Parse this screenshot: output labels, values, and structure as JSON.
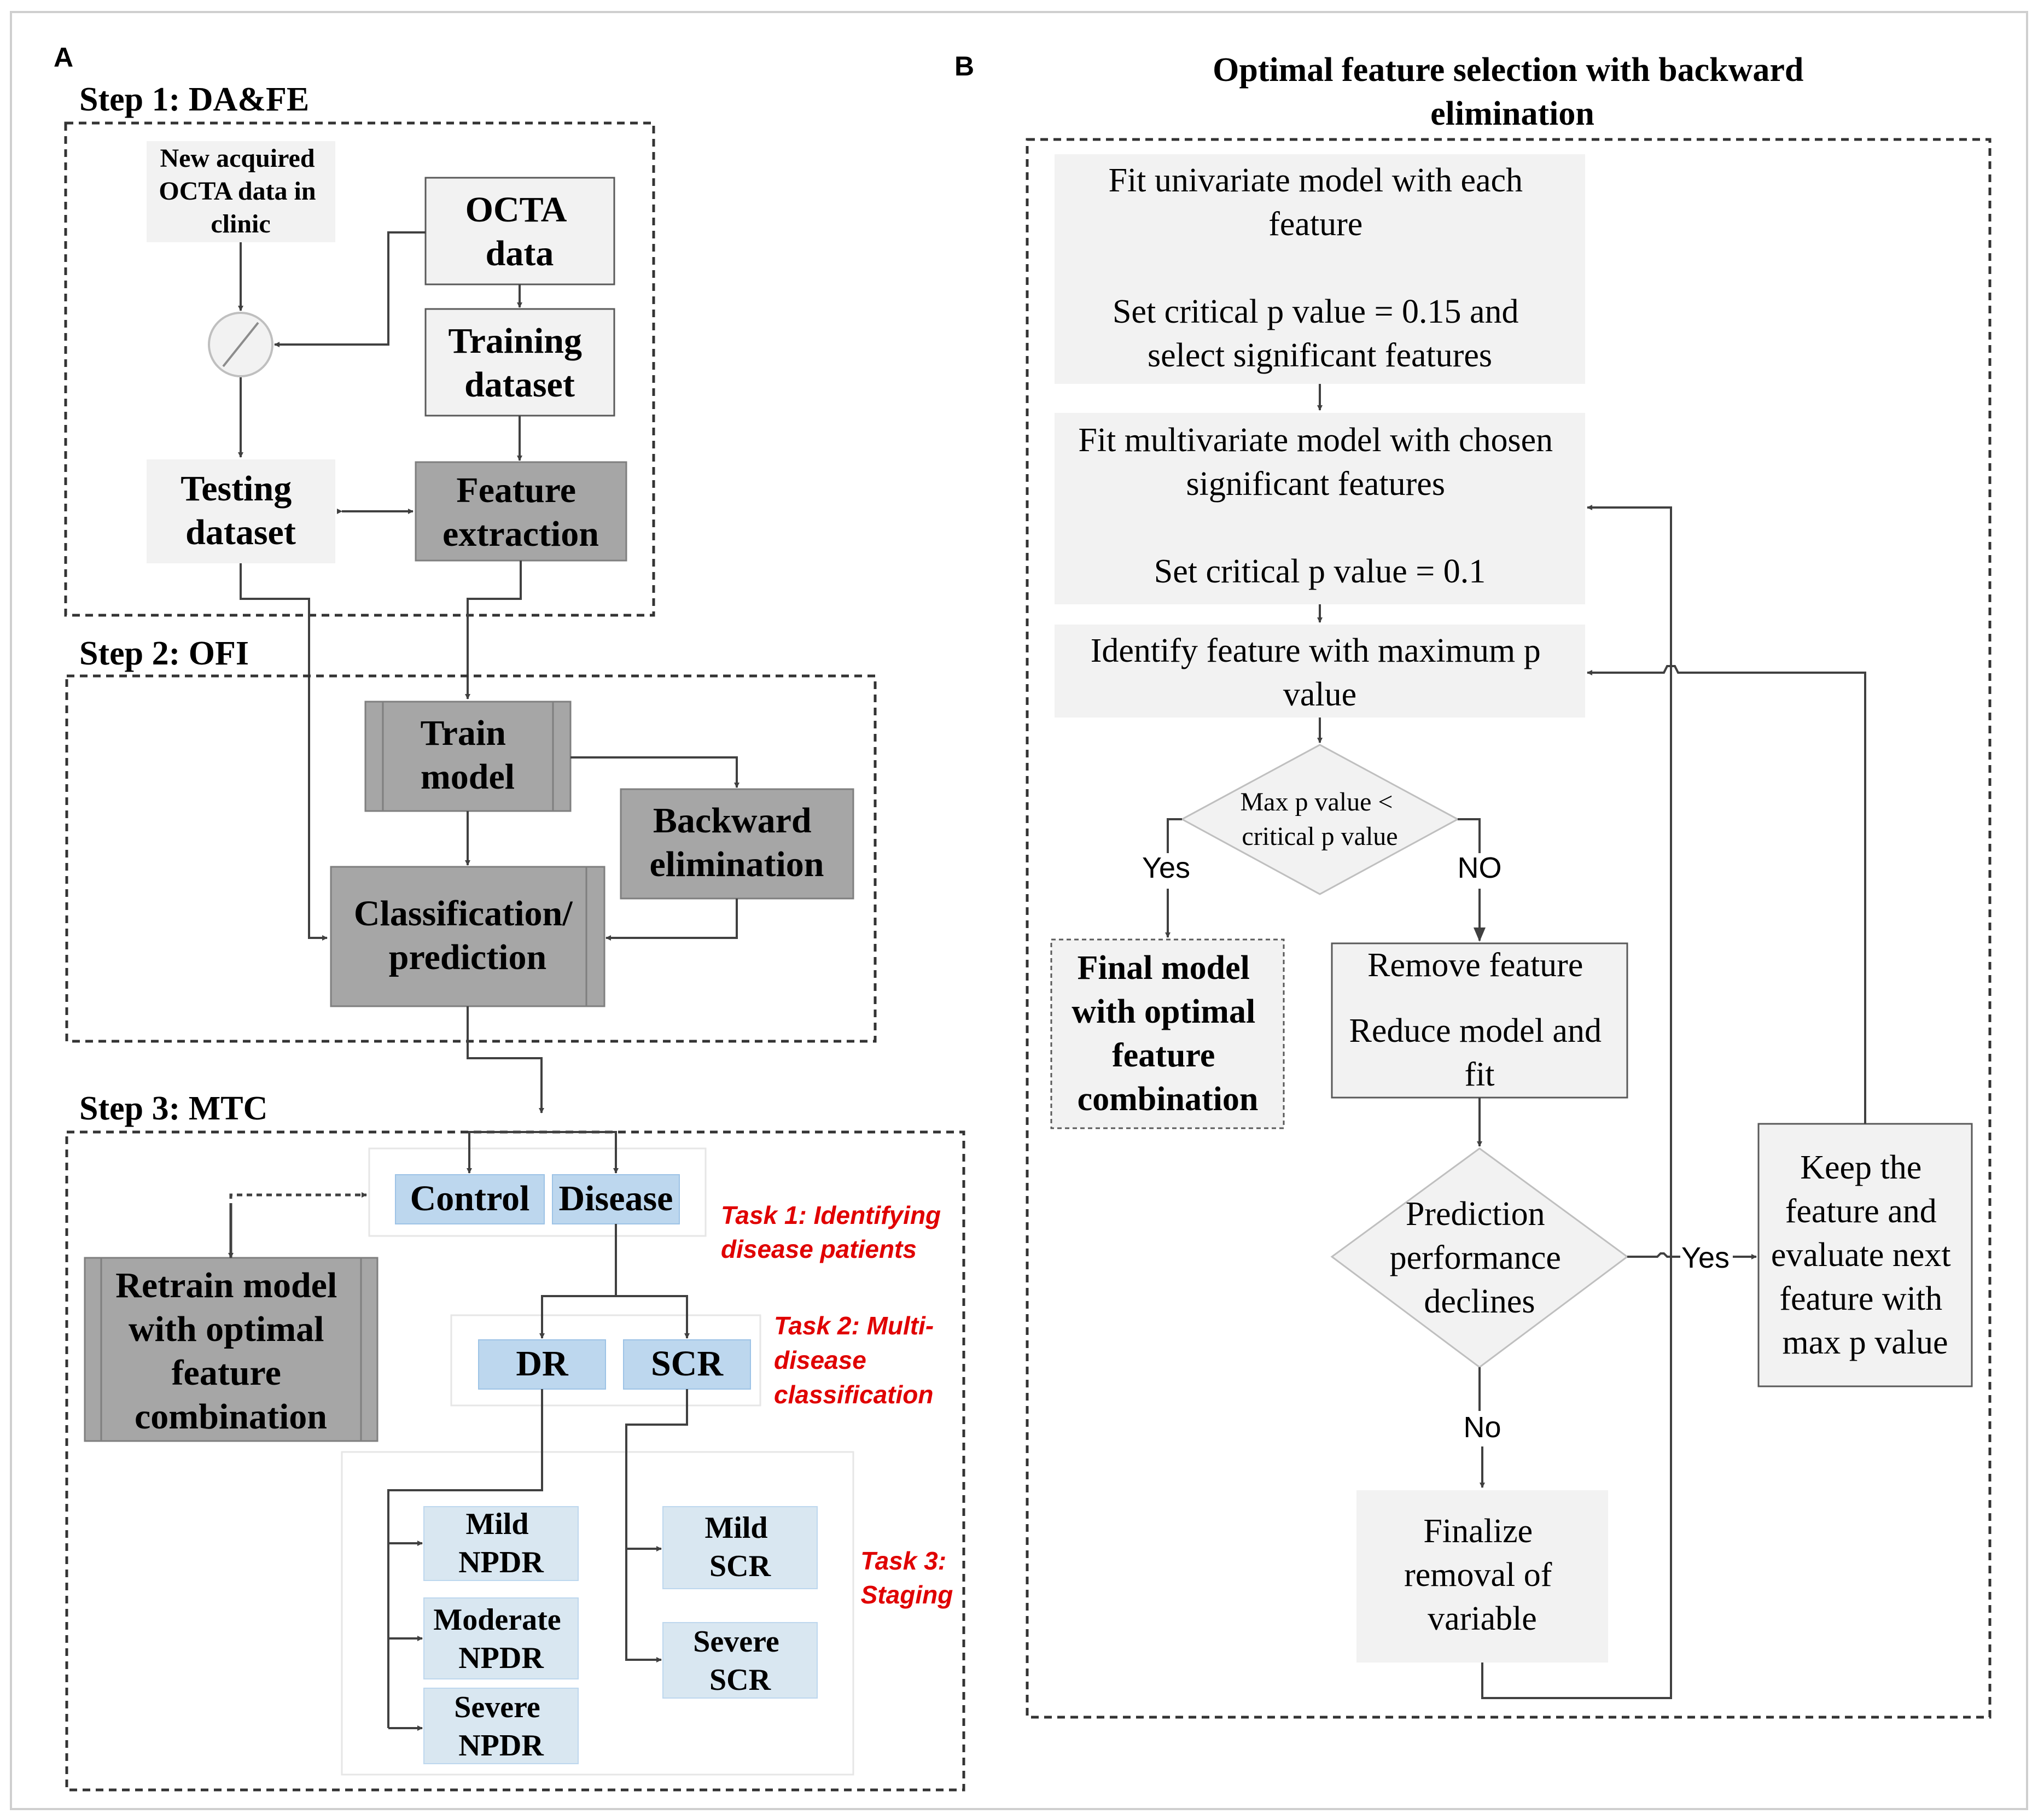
{
  "panel_a": {
    "letter": "A",
    "step1": {
      "title": "Step 1: DA&FE",
      "new_data": [
        "New acquired",
        "OCTA data in",
        "clinic"
      ],
      "octa_data": [
        "OCTA",
        "data"
      ],
      "training_dataset": [
        "Training",
        "dataset"
      ],
      "testing_dataset": [
        "Testing",
        "dataset"
      ],
      "feature_extraction": [
        "Feature",
        "extraction"
      ]
    },
    "step2": {
      "title": "Step 2: OFI",
      "train_model": [
        "Train",
        "model"
      ],
      "backward_elimination": [
        "Backward",
        "elimination"
      ],
      "classification": [
        "Classification/",
        "prediction"
      ]
    },
    "step3": {
      "title": "Step 3: MTC",
      "control": "Control",
      "disease": "Disease",
      "task1": [
        "Task 1: Identifying",
        "disease patients"
      ],
      "retrain": [
        "Retrain model",
        "with optimal",
        "feature",
        "combination"
      ],
      "dr": "DR",
      "scr": "SCR",
      "task2": [
        "Task 2: Multi-",
        "disease",
        "classification"
      ],
      "mild_npdr": [
        "Mild",
        "NPDR"
      ],
      "moderate_npdr": [
        "Moderate",
        "NPDR"
      ],
      "severe_npdr": [
        "Severe",
        "NPDR"
      ],
      "mild_scr": [
        "Mild",
        "SCR"
      ],
      "severe_scr": [
        "Severe",
        "SCR"
      ],
      "task3": [
        "Task 3:",
        "Staging"
      ]
    }
  },
  "panel_b": {
    "letter": "B",
    "title": [
      "Optimal feature selection with backward",
      "elimination"
    ],
    "univariate": [
      "Fit univariate model with each",
      "feature",
      "Set critical p value = 0.15 and",
      "select significant features"
    ],
    "multivariate": [
      "Fit multivariate model with chosen",
      "significant features",
      "Set critical p value = 0.1"
    ],
    "identify": [
      "Identify feature with maximum p",
      "value"
    ],
    "decision1": [
      "Max p value <",
      "critical p value"
    ],
    "yes1": "Yes",
    "no1": "NO",
    "final_model": [
      "Final model",
      "with optimal",
      "feature",
      "combination"
    ],
    "remove": [
      "Remove feature",
      "Reduce model and",
      "fit"
    ],
    "decision2": [
      "Prediction",
      "performance",
      "declines"
    ],
    "yes2": "Yes",
    "no2": "No",
    "finalize": [
      "Finalize",
      "removal of",
      "variable"
    ],
    "keep": [
      "Keep the",
      "feature and",
      "evaluate next",
      "feature with",
      "max p value"
    ]
  },
  "colors": {
    "box_light": "#f2f2f2",
    "box_dark": "#a6a6a6",
    "box_blue": "#d9e7f1",
    "box_blue_dark": "#bdd7ee",
    "task_red": "#e00000",
    "line": "#404040"
  }
}
